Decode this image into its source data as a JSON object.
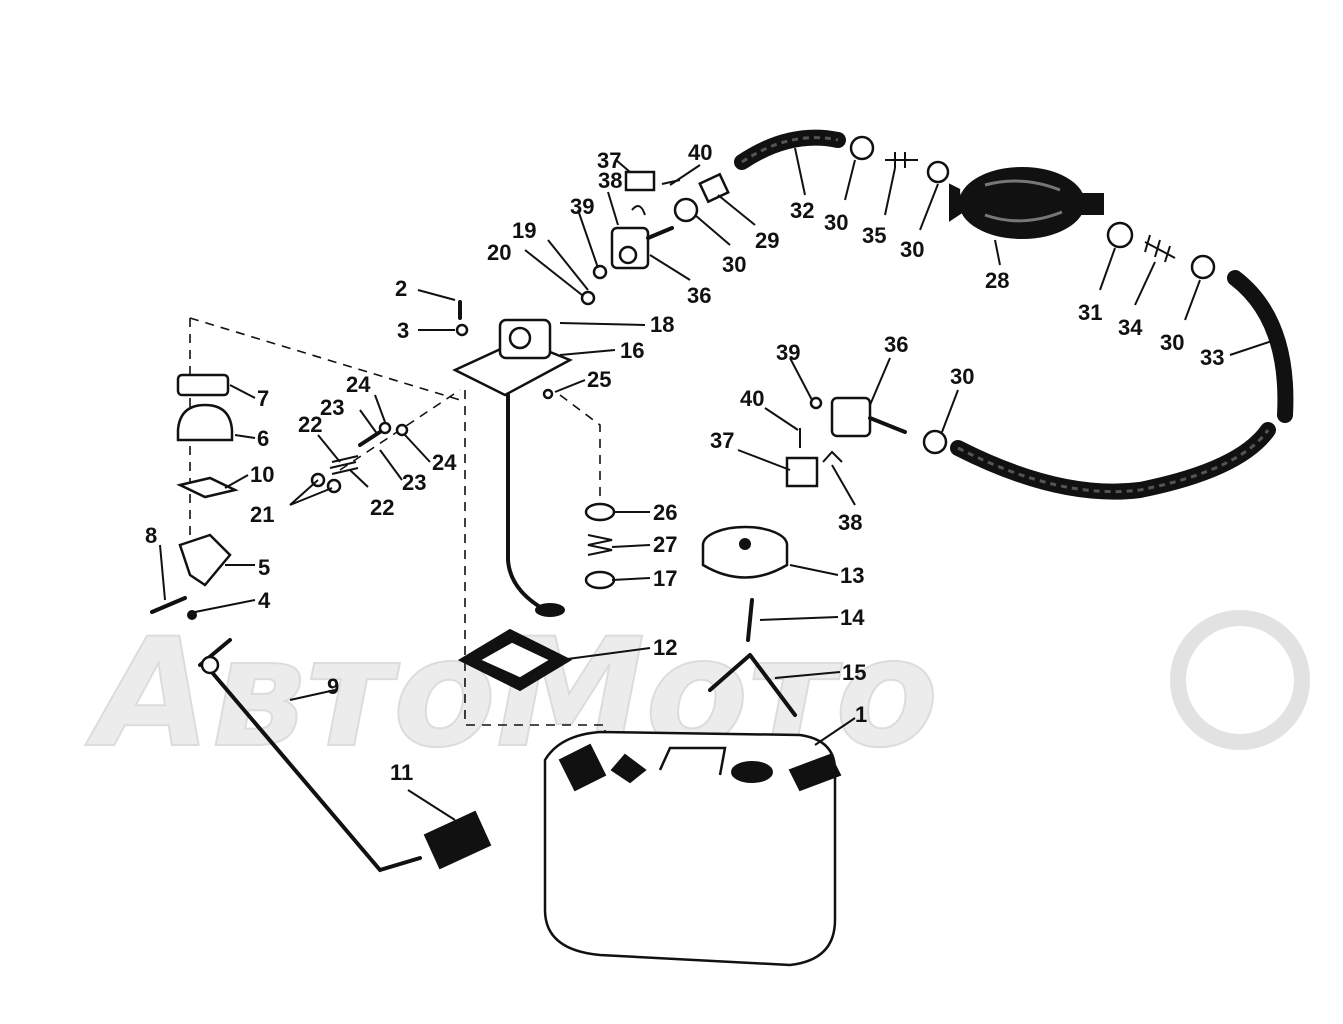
{
  "watermark": {
    "text": "АвтоМото"
  },
  "callouts": [
    {
      "id": "1",
      "text": "1"
    },
    {
      "id": "2",
      "text": "2"
    },
    {
      "id": "3",
      "text": "3"
    },
    {
      "id": "4",
      "text": "4"
    },
    {
      "id": "5",
      "text": "5"
    },
    {
      "id": "6",
      "text": "6"
    },
    {
      "id": "7",
      "text": "7"
    },
    {
      "id": "8",
      "text": "8"
    },
    {
      "id": "9",
      "text": "9"
    },
    {
      "id": "10",
      "text": "10"
    },
    {
      "id": "11",
      "text": "11"
    },
    {
      "id": "12",
      "text": "12"
    },
    {
      "id": "13",
      "text": "13"
    },
    {
      "id": "14",
      "text": "14"
    },
    {
      "id": "15",
      "text": "15"
    },
    {
      "id": "16",
      "text": "16"
    },
    {
      "id": "17",
      "text": "17"
    },
    {
      "id": "18",
      "text": "18"
    },
    {
      "id": "19",
      "text": "19"
    },
    {
      "id": "20",
      "text": "20"
    },
    {
      "id": "21",
      "text": "21"
    },
    {
      "id": "22a",
      "text": "22"
    },
    {
      "id": "22b",
      "text": "22"
    },
    {
      "id": "23a",
      "text": "23"
    },
    {
      "id": "23b",
      "text": "23"
    },
    {
      "id": "24a",
      "text": "24"
    },
    {
      "id": "24b",
      "text": "24"
    },
    {
      "id": "25",
      "text": "25"
    },
    {
      "id": "26",
      "text": "26"
    },
    {
      "id": "27",
      "text": "27"
    },
    {
      "id": "28",
      "text": "28"
    },
    {
      "id": "29",
      "text": "29"
    },
    {
      "id": "30a",
      "text": "30"
    },
    {
      "id": "30b",
      "text": "30"
    },
    {
      "id": "30c",
      "text": "30"
    },
    {
      "id": "30d",
      "text": "30"
    },
    {
      "id": "30e",
      "text": "30"
    },
    {
      "id": "31",
      "text": "31"
    },
    {
      "id": "32",
      "text": "32"
    },
    {
      "id": "33",
      "text": "33"
    },
    {
      "id": "34",
      "text": "34"
    },
    {
      "id": "35",
      "text": "35"
    },
    {
      "id": "36a",
      "text": "36"
    },
    {
      "id": "36b",
      "text": "36"
    },
    {
      "id": "37a",
      "text": "37"
    },
    {
      "id": "37b",
      "text": "37"
    },
    {
      "id": "38a",
      "text": "38"
    },
    {
      "id": "38b",
      "text": "38"
    },
    {
      "id": "39a",
      "text": "39"
    },
    {
      "id": "39b",
      "text": "39"
    },
    {
      "id": "40a",
      "text": "40"
    },
    {
      "id": "40b",
      "text": "40"
    }
  ]
}
